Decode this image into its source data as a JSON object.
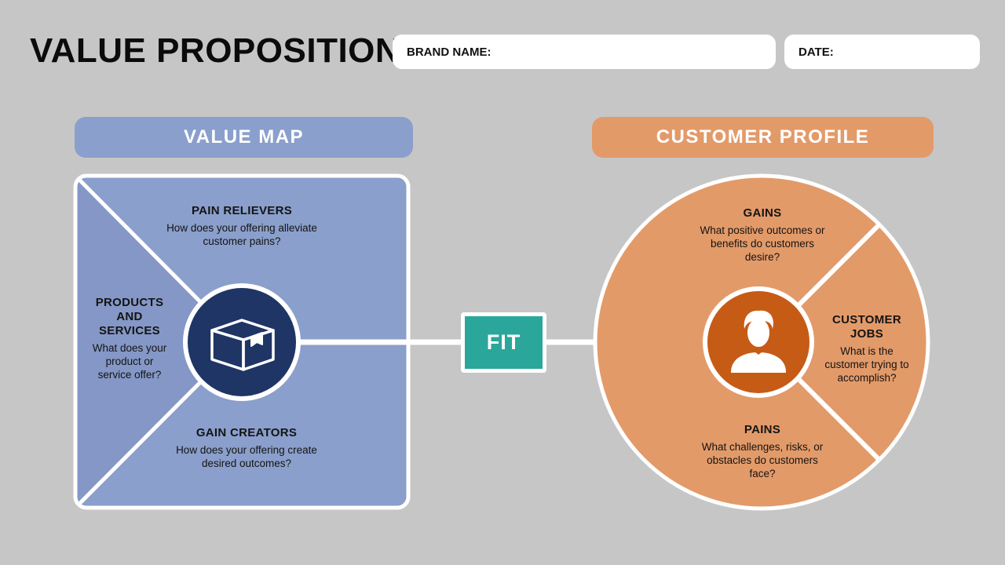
{
  "title": "VALUE PROPOSITION",
  "fields": {
    "brand_label": "BRAND NAME:",
    "date_label": "DATE:"
  },
  "value_map": {
    "header": "VALUE MAP",
    "pain_relievers": {
      "heading": "PAIN RELIEVERS",
      "question": "How does your offering alleviate customer pains?"
    },
    "products_services": {
      "heading_line1": "PRODUCTS",
      "heading_line2": "AND",
      "heading_line3": "SERVICES",
      "question": "What does your product or service offer?"
    },
    "gain_creators": {
      "heading": "GAIN CREATORS",
      "question": "How does your offering create desired outcomes?"
    }
  },
  "fit_label": "FIT",
  "customer_profile": {
    "header": "CUSTOMER PROFILE",
    "gains": {
      "heading": "GAINS",
      "question": "What positive outcomes or benefits do customers desire?"
    },
    "customer_jobs": {
      "heading_line1": "CUSTOMER",
      "heading_line2": "JOBS",
      "question": "What is the customer trying to accomplish?"
    },
    "pains": {
      "heading": "PAINS",
      "question": "What challenges, risks, or obstacles do customers face?"
    }
  },
  "icons": {
    "product_icon": "box-icon",
    "customer_icon": "person-icon"
  },
  "colors": {
    "background": "#c6c6c7",
    "value_map": "#8a9fcb",
    "value_map_side": "#8497c6",
    "value_map_center": "#1f3566",
    "customer_profile": "#e39a69",
    "customer_center": "#c65b16",
    "fit": "#2aa79a"
  }
}
